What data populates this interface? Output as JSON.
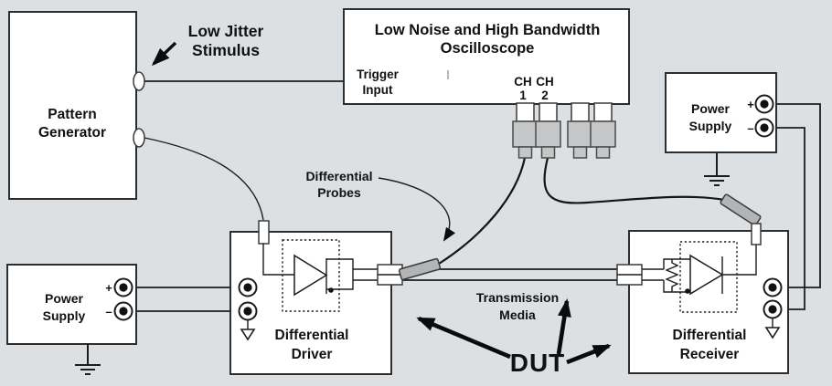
{
  "colors": {
    "background": "#dde0e2",
    "box_fill": "#ffffff",
    "box_stroke": "#2d2d2d",
    "probe_gray": "#b2b4b6",
    "connector_gray": "#c4c6c8",
    "text": "#111111"
  },
  "pattern_generator": {
    "lines": [
      "Pattern",
      "Generator"
    ]
  },
  "oscilloscope": {
    "title": [
      "Low Noise and High Bandwidth",
      "Oscilloscope"
    ],
    "trigger_label": [
      "Trigger",
      "Input"
    ],
    "channel_headers": [
      "CH",
      "CH"
    ],
    "channel_numbers": [
      "1",
      "2"
    ]
  },
  "power_supply_right": {
    "lines": [
      "Power",
      "Supply"
    ],
    "plus": "+",
    "minus": "–"
  },
  "power_supply_left": {
    "lines": [
      "Power",
      "Supply"
    ],
    "plus": "+",
    "minus": "–"
  },
  "differential_driver": {
    "lines": [
      "Differential",
      "Driver"
    ]
  },
  "differential_receiver": {
    "lines": [
      "Differential",
      "Receiver"
    ]
  },
  "annotations": {
    "low_jitter_stimulus": [
      "Low Jitter",
      "Stimulus"
    ],
    "differential_probes": [
      "Differential",
      "Probes"
    ],
    "transmission_media": [
      "Transmission",
      "Media"
    ],
    "dut": "DUT"
  }
}
